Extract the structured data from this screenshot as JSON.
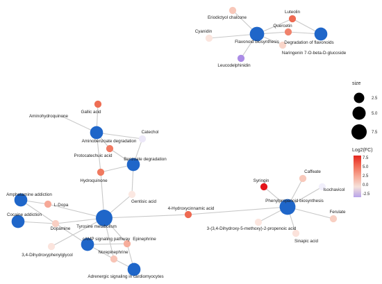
{
  "legend": {
    "size_title": "size",
    "size_ticks": [
      "2.5",
      "5.0",
      "7.5"
    ],
    "color_title": "Log2(FC)",
    "color_ticks": [
      "7.5",
      "5.0",
      "2.5",
      "0.0",
      "-2.5"
    ],
    "color_stops": [
      "#e3261e",
      "#f26b55",
      "#f7a996",
      "#f6e2da",
      "#b7a3ea"
    ]
  },
  "colors": {
    "pathway": "#1f66c9",
    "edge": "#c8c8c8"
  },
  "nodes": [
    {
      "id": "flavonoid-biosynthesis",
      "label": "Flavonoid biosynthesis",
      "kind": "pathway",
      "size": 7.5,
      "color": "#1f66c9"
    },
    {
      "id": "degradation-of-flavonoids",
      "label": "Degradation of flavonoids",
      "kind": "pathway",
      "size": 6.5,
      "color": "#1f66c9"
    },
    {
      "id": "luteolin",
      "label": "Luteolin",
      "kind": "compound",
      "size": 2.5,
      "color": "#ee6a52"
    },
    {
      "id": "quercetin",
      "label": "Quercetin",
      "kind": "compound",
      "size": 2.5,
      "color": "#f0826c"
    },
    {
      "id": "eriodictyol-chalcone",
      "label": "Eriodictyol chalcone",
      "kind": "compound",
      "size": 2.5,
      "color": "#f8c8ba"
    },
    {
      "id": "cyanidin",
      "label": "Cyanidin",
      "kind": "compound",
      "size": 2.5,
      "color": "#fbe5de"
    },
    {
      "id": "naringenin-7-o-beta-d-glucoside",
      "label": "Naringenin 7-O-beta-D-glucoside",
      "kind": "compound",
      "size": 2.5,
      "color": "#f9d5c9"
    },
    {
      "id": "leucodelphinidin",
      "label": "Leucodelphinidin",
      "kind": "compound",
      "size": 2.5,
      "color": "#ab8ce6"
    },
    {
      "id": "aminobenzoate-degradation",
      "label": "Aminobenzoate degradation",
      "kind": "pathway",
      "size": 6.5,
      "color": "#1f66c9"
    },
    {
      "id": "benzoate-degradation",
      "label": "Benzoate degradation",
      "kind": "pathway",
      "size": 6.5,
      "color": "#1f66c9"
    },
    {
      "id": "gallic-acid",
      "label": "Gallic acid",
      "kind": "compound",
      "size": 2.5,
      "color": "#ee6e54"
    },
    {
      "id": "aminohydroquinone",
      "label": "Aminohydroquinone",
      "kind": "compound",
      "size": 0,
      "color": "#ffffff"
    },
    {
      "id": "catechol",
      "label": "Catechol",
      "kind": "compound",
      "size": 2.5,
      "color": "#ece8f8"
    },
    {
      "id": "protocatechuic-acid",
      "label": "Protocatechuic acid",
      "kind": "compound",
      "size": 2.5,
      "color": "#f17a62"
    },
    {
      "id": "hydroquinone",
      "label": "Hydroquinone",
      "kind": "compound",
      "size": 2.5,
      "color": "#f07a60"
    },
    {
      "id": "gentisic-acid",
      "label": "Gentisic acid",
      "kind": "compound",
      "size": 2.5,
      "color": "#fbe8e2"
    },
    {
      "id": "tyrosine-metabolism",
      "label": "Tyrosine metabolism",
      "kind": "pathway",
      "size": 9,
      "color": "#1f66c9"
    },
    {
      "id": "amphetamine-addiction",
      "label": "Amphetamine addiction",
      "kind": "pathway",
      "size": 6.5,
      "color": "#1f66c9"
    },
    {
      "id": "cocaine-addiction",
      "label": "Cocaine addiction",
      "kind": "pathway",
      "size": 6.5,
      "color": "#1f66c9"
    },
    {
      "id": "l-dopa",
      "label": "L-Dopa",
      "kind": "compound",
      "size": 2.5,
      "color": "#f6a897"
    },
    {
      "id": "dopamine",
      "label": "Dopamine",
      "kind": "compound",
      "size": 2.5,
      "color": "#f9cfc3"
    },
    {
      "id": "3-4-dihydroxyphenylglycol",
      "label": "3,4-Dihydroxyphenylglycol",
      "kind": "compound",
      "size": 2.5,
      "color": "#fbe4dd"
    },
    {
      "id": "camp-signaling-pathway",
      "label": "cAMP signaling pathway",
      "kind": "pathway",
      "size": 6.5,
      "color": "#1f66c9"
    },
    {
      "id": "epinephrine",
      "label": "Epinephrine",
      "kind": "compound",
      "size": 2.5,
      "color": "#f6ad9b"
    },
    {
      "id": "norepinephrine",
      "label": "Norepinephrine",
      "kind": "compound",
      "size": 2.5,
      "color": "#f8c4b6"
    },
    {
      "id": "adrenergic-signaling-in-cardiomyocytes",
      "label": "Adrenergic signaling in cardiomyocytes",
      "kind": "pathway",
      "size": 6.5,
      "color": "#1f66c9"
    },
    {
      "id": "4-hydroxycinnamic-acid",
      "label": "4-Hydroxycinnamic acid",
      "kind": "compound",
      "size": 2.5,
      "color": "#ee6a52"
    },
    {
      "id": "phenylpropanoid-biosynthesis",
      "label": "Phenylpropanoid biosynthesis",
      "kind": "pathway",
      "size": 8.5,
      "color": "#1f66c9"
    },
    {
      "id": "syringin",
      "label": "Syringin",
      "kind": "compound",
      "size": 2.5,
      "color": "#e4151b"
    },
    {
      "id": "caffeate",
      "label": "Caffeate",
      "kind": "compound",
      "size": 2.5,
      "color": "#f8c9bb"
    },
    {
      "id": "isochavicol",
      "label": "Isochavicol",
      "kind": "compound",
      "size": 2.5,
      "color": "#f1effb"
    },
    {
      "id": "ferulate",
      "label": "Ferulate",
      "kind": "compound",
      "size": 2.5,
      "color": "#f8cfc2"
    },
    {
      "id": "3-3-4-dihydroxy-5-methoxy-2-propenoic-acid",
      "label": "3-(3,4-Dihydroxy-5-methoxy)-2-propenoic acid",
      "kind": "compound",
      "size": 2.5,
      "color": "#fce6df"
    },
    {
      "id": "sinapic-acid",
      "label": "Sinapic acid",
      "kind": "compound",
      "size": 2.5,
      "color": "#fbe2db"
    }
  ],
  "edges": [
    [
      "flavonoid-biosynthesis",
      "eriodictyol-chalcone"
    ],
    [
      "flavonoid-biosynthesis",
      "cyanidin"
    ],
    [
      "flavonoid-biosynthesis",
      "quercetin"
    ],
    [
      "flavonoid-biosynthesis",
      "luteolin"
    ],
    [
      "flavonoid-biosynthesis",
      "naringenin-7-o-beta-d-glucoside"
    ],
    [
      "flavonoid-biosynthesis",
      "leucodelphinidin"
    ],
    [
      "quercetin",
      "degradation-of-flavonoids"
    ],
    [
      "luteolin",
      "degradation-of-flavonoids"
    ],
    [
      "gallic-acid",
      "aminobenzoate-degradation"
    ],
    [
      "aminohydroquinone",
      "aminobenzoate-degradation"
    ],
    [
      "aminobenzoate-degradation",
      "catechol"
    ],
    [
      "aminobenzoate-degradation",
      "protocatechuic-acid"
    ],
    [
      "aminobenzoate-degradation",
      "hydroquinone"
    ],
    [
      "catechol",
      "benzoate-degradation"
    ],
    [
      "protocatechuic-acid",
      "benzoate-degradation"
    ],
    [
      "hydroquinone",
      "benzoate-degradation"
    ],
    [
      "benzoate-degradation",
      "gentisic-acid"
    ],
    [
      "gentisic-acid",
      "tyrosine-metabolism"
    ],
    [
      "hydroquinone",
      "tyrosine-metabolism"
    ],
    [
      "amphetamine-addiction",
      "l-dopa"
    ],
    [
      "amphetamine-addiction",
      "dopamine"
    ],
    [
      "cocaine-addiction",
      "dopamine"
    ],
    [
      "l-dopa",
      "tyrosine-metabolism"
    ],
    [
      "dopamine",
      "tyrosine-metabolism"
    ],
    [
      "tyrosine-metabolism",
      "3-4-dihydroxyphenylglycol"
    ],
    [
      "tyrosine-metabolism",
      "epinephrine"
    ],
    [
      "tyrosine-metabolism",
      "norepinephrine"
    ],
    [
      "camp-signaling-pathway",
      "dopamine"
    ],
    [
      "camp-signaling-pathway",
      "epinephrine"
    ],
    [
      "camp-signaling-pathway",
      "norepinephrine"
    ],
    [
      "norepinephrine",
      "adrenergic-signaling-in-cardiomyocytes"
    ],
    [
      "epinephrine",
      "adrenergic-signaling-in-cardiomyocytes"
    ],
    [
      "tyrosine-metabolism",
      "4-hydroxycinnamic-acid"
    ],
    [
      "4-hydroxycinnamic-acid",
      "phenylpropanoid-biosynthesis"
    ],
    [
      "phenylpropanoid-biosynthesis",
      "syringin"
    ],
    [
      "phenylpropanoid-biosynthesis",
      "caffeate"
    ],
    [
      "phenylpropanoid-biosynthesis",
      "isochavicol"
    ],
    [
      "phenylpropanoid-biosynthesis",
      "ferulate"
    ],
    [
      "phenylpropanoid-biosynthesis",
      "3-3-4-dihydroxy-5-methoxy-2-propenoic-acid"
    ],
    [
      "phenylpropanoid-biosynthesis",
      "sinapic-acid"
    ]
  ]
}
